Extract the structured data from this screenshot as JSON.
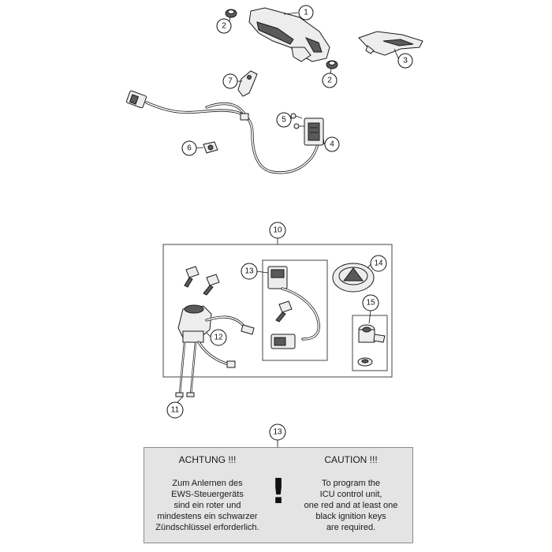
{
  "callouts": {
    "c1": "1",
    "c2a": "2",
    "c2b": "2",
    "c3": "3",
    "c4": "4",
    "c5": "5",
    "c6": "6",
    "c7": "7",
    "c10": "10",
    "c11": "11",
    "c12": "12",
    "c13a": "13",
    "c13b": "13",
    "c14": "14",
    "c15": "15"
  },
  "warning": {
    "de_heading": "ACHTUNG !!!",
    "de_lines": [
      "Zum Anlernen des",
      "EWS-Steuergeräts",
      "sind ein roter und",
      "mindestens ein schwarzer",
      "Zündschlüssel erforderlich."
    ],
    "en_heading": "CAUTION !!!",
    "en_lines": [
      "To program the",
      "ICU control unit,",
      "one red and at least one",
      "black ignition keys",
      "are required."
    ],
    "symbol": "!"
  }
}
